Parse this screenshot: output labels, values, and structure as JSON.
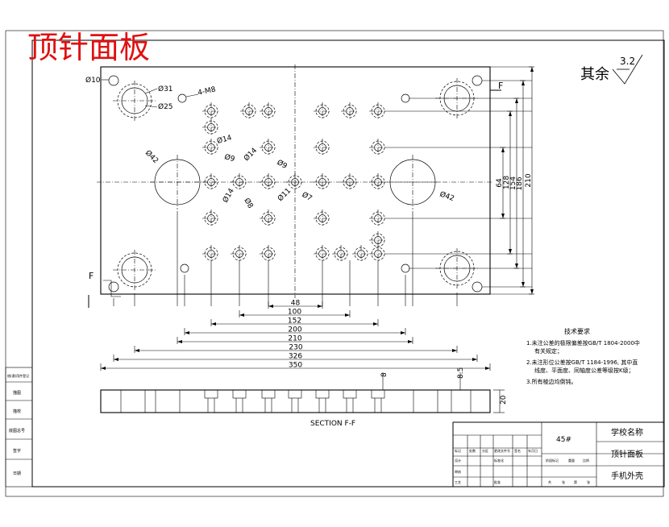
{
  "title": "顶针面板",
  "roughness": {
    "label": "其余",
    "value": "3.2"
  },
  "section_label": "SECTION F-F",
  "section_marks": [
    "F",
    "F"
  ],
  "hole_labels": {
    "d10": "Ø10",
    "d31": "Ø31",
    "d25": "Ø25",
    "m8": "4-M8",
    "d14a": "Ø14",
    "d9a": "Ø9",
    "d14b": "Ø14",
    "d9b": "Ø9",
    "d42a": "Ø42",
    "d42b": "Ø42",
    "d14c": "Ø14",
    "d8": "Ø8",
    "d11": "Ø11",
    "d7": "Ø7"
  },
  "h_dims": [
    "48",
    "100",
    "152",
    "200",
    "210",
    "230",
    "326",
    "350"
  ],
  "v_dims": [
    "64",
    "128",
    "154",
    "186",
    "210"
  ],
  "section_dims": {
    "thk": "20",
    "d8": "8",
    "d85": "8.5"
  },
  "notes": {
    "heading": "技术要求",
    "lines": [
      "1.未注公差的极限偏差按GB/T 1804-2000中",
      "有关规定；",
      "2.未注形位公差按GB/T 1184-1996, 其中直",
      "线度、平面度、同轴度公差等级按K级；",
      "3.所有棱边均倒钝。"
    ]
  },
  "title_block": {
    "material": "45#",
    "school": "学校名称",
    "part_name": "顶针面板",
    "project": "手机外壳"
  },
  "left_strip": [
    "借(通)用件登记",
    "描图",
    "描校",
    "底图总号",
    "签字",
    "日期"
  ],
  "tb_small": {
    "r1": [
      "标记",
      "处数",
      "分区",
      "更改文件号",
      "签名",
      "年月日"
    ],
    "r2": [
      "设计",
      "标准化",
      "阶段标记",
      "重量",
      "比例"
    ],
    "r3": [
      "审核"
    ],
    "r4": [
      "工艺",
      "批准"
    ],
    "r5": [
      "共",
      "张",
      "第",
      "张"
    ]
  }
}
